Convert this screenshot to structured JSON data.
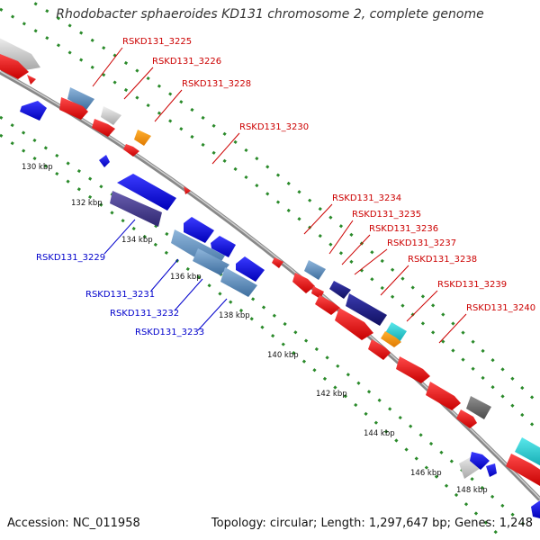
{
  "map": {
    "title": "Rhodobacter sphaeroides KD131 chromosome 2, complete genome",
    "accession": "Accession: NC_011958",
    "summary": "Topology: circular; Length: 1,297,647 bp; Genes: 1,248"
  },
  "kbp_ticks": [
    {
      "label": "130 kbp"
    },
    {
      "label": "132 kbp"
    },
    {
      "label": "134 kbp"
    },
    {
      "label": "136 kbp"
    },
    {
      "label": "138 kbp"
    },
    {
      "label": "140 kbp"
    },
    {
      "label": "142 kbp"
    },
    {
      "label": "144 kbp"
    },
    {
      "label": "146 kbp"
    },
    {
      "label": "148 kbp"
    }
  ],
  "forward_gene_labels": [
    {
      "name": "RSKD131_3225"
    },
    {
      "name": "RSKD131_3226"
    },
    {
      "name": "RSKD131_3228"
    },
    {
      "name": "RSKD131_3230"
    },
    {
      "name": "RSKD131_3234"
    },
    {
      "name": "RSKD131_3235"
    },
    {
      "name": "RSKD131_3236"
    },
    {
      "name": "RSKD131_3237"
    },
    {
      "name": "RSKD131_3238"
    },
    {
      "name": "RSKD131_3239"
    },
    {
      "name": "RSKD131_3240"
    }
  ],
  "reverse_gene_labels": [
    {
      "name": "RSKD131_3229"
    },
    {
      "name": "RSKD131_3231"
    },
    {
      "name": "RSKD131_3232"
    },
    {
      "name": "RSKD131_3233"
    }
  ],
  "colors": {
    "forward_label": "#cc0000",
    "reverse_label": "#0000cc",
    "cds_forward": "#e8191c",
    "cds_reverse": "#1f1fe0",
    "backbone": "#888888",
    "tick": "#2a8a2a"
  }
}
